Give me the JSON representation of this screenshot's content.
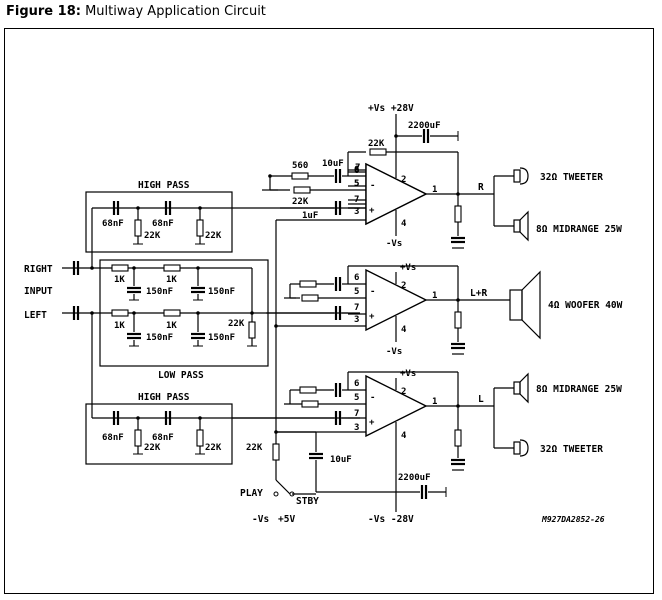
{
  "caption": {
    "figure": "Figure 18:",
    "title": "Multiway Application Circuit"
  },
  "blocks": {
    "high_pass": "HIGH PASS",
    "low_pass": "LOW PASS"
  },
  "inputs": {
    "right": "RIGHT",
    "input": "INPUT",
    "left": "LEFT"
  },
  "supplies": {
    "top": "+Vs +28V",
    "bottom": "-Vs -28V",
    "play_neg": "-Vs",
    "play_pos": "+5V",
    "amp_pos": "+Vs",
    "amp_neg": "-Vs"
  },
  "controls": {
    "play": "PLAY",
    "stby": "STBY"
  },
  "outputs": {
    "r": "R",
    "lr": "L+R",
    "l": "L"
  },
  "speakers": {
    "tweeter": "32Ω TWEETER",
    "midrange": "8Ω MIDRANGE 25W",
    "woofer": "4Ω WOOFER 40W"
  },
  "parts": {
    "c_2200": "2200uF",
    "r_22k": "22K",
    "r_560": "560",
    "c_10": "10uF",
    "c_1": "1uF",
    "c_68n": "68nF",
    "c_150n": "150nF",
    "r_1k": "1K"
  },
  "pins": [
    "1",
    "2",
    "3",
    "4",
    "5",
    "6",
    "7",
    "+",
    "-"
  ],
  "code": "M927DA2852-26"
}
